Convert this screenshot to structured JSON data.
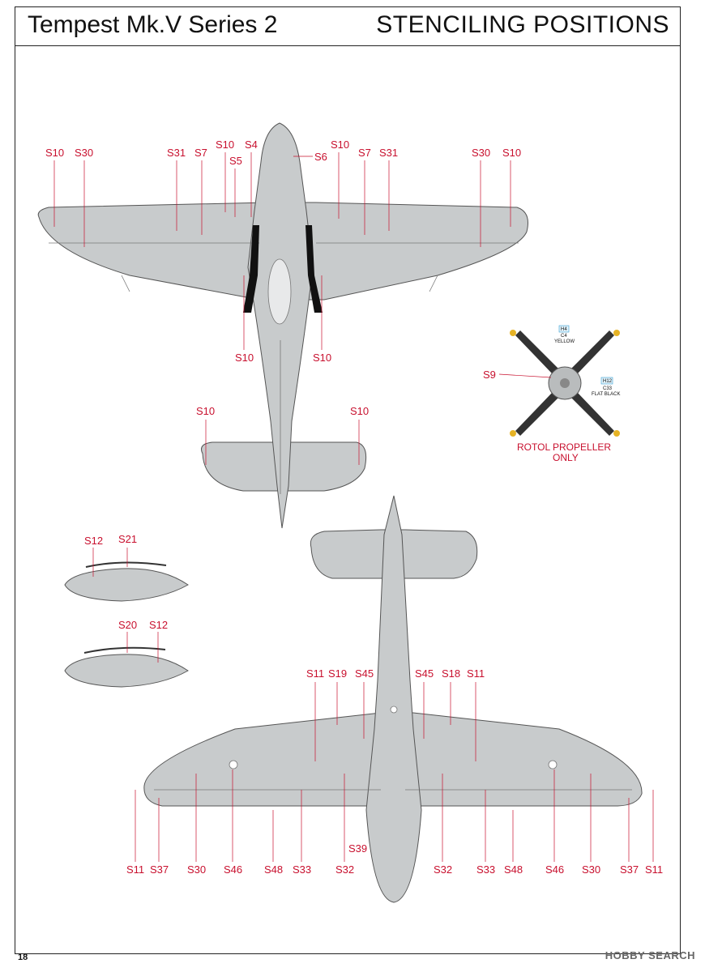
{
  "header": {
    "model": "Tempest Mk.V Series 2",
    "section": "STENCILING POSITIONS"
  },
  "page": {
    "number": "18"
  },
  "watermark": "HOBBY SEARCH",
  "colors": {
    "label": "#c8102e",
    "airframe": "#c8cbcc",
    "black": "#111111",
    "prop_tip": "#e6b325"
  },
  "top_view_labels": {
    "l1": "S10",
    "l2": "S30",
    "l3": "S31",
    "l4": "S7",
    "l5": "S10",
    "l6": "S4",
    "l7": "S5",
    "l8": "S6",
    "l9": "S10",
    "l10": "S7",
    "l11": "S31",
    "l12": "S30",
    "l13": "S10",
    "w_left": "S10",
    "w_right": "S10",
    "t_left": "S10",
    "t_right": "S10"
  },
  "propeller": {
    "label": "S9",
    "caption1": "ROTOL PROPELLER",
    "caption2": "ONLY",
    "code1": "H4",
    "code1b": "C4",
    "code1c": "YELLOW",
    "code2": "H12",
    "code2b": "C33",
    "code2c": "FLAT BLACK"
  },
  "tanks": {
    "t1a": "S12",
    "t1b": "S21",
    "t2a": "S20",
    "t2b": "S12"
  },
  "bottom_top_labels": {
    "a": "S11",
    "b": "S19",
    "c": "S45",
    "d": "S45",
    "e": "S18",
    "f": "S11"
  },
  "bottom_labels": {
    "b1": "S11",
    "b2": "S37",
    "b3": "S30",
    "b4": "S46",
    "b5": "S48",
    "b6": "S33",
    "b7": "S32",
    "b8": "S32",
    "b9": "S33",
    "b10": "S48",
    "b11": "S46",
    "b12": "S30",
    "b13": "S37",
    "b14": "S11",
    "s39": "S39"
  }
}
